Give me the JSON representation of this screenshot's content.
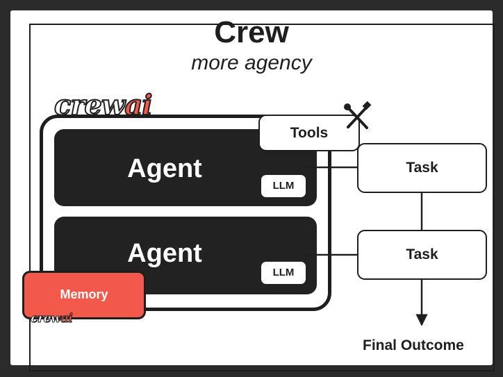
{
  "diagram": {
    "title": "Crew",
    "subtitle": "more agency",
    "logo": {
      "main": "crew",
      "accent": "ai"
    },
    "agents": [
      {
        "label": "Agent",
        "model": "LLM"
      },
      {
        "label": "Agent",
        "model": "LLM"
      }
    ],
    "tools": {
      "label": "Tools",
      "icon": "tools-icon"
    },
    "tasks": [
      {
        "label": "Task"
      },
      {
        "label": "Task"
      }
    ],
    "memory": {
      "label": "Memory"
    },
    "outcome": {
      "label": "Final Outcome"
    },
    "colors": {
      "background": "#2b2b2b",
      "ink": "#1e1e1e",
      "agent_fill": "#222222",
      "memory_fill": "#f2594b",
      "accent": "#f2594b"
    }
  }
}
